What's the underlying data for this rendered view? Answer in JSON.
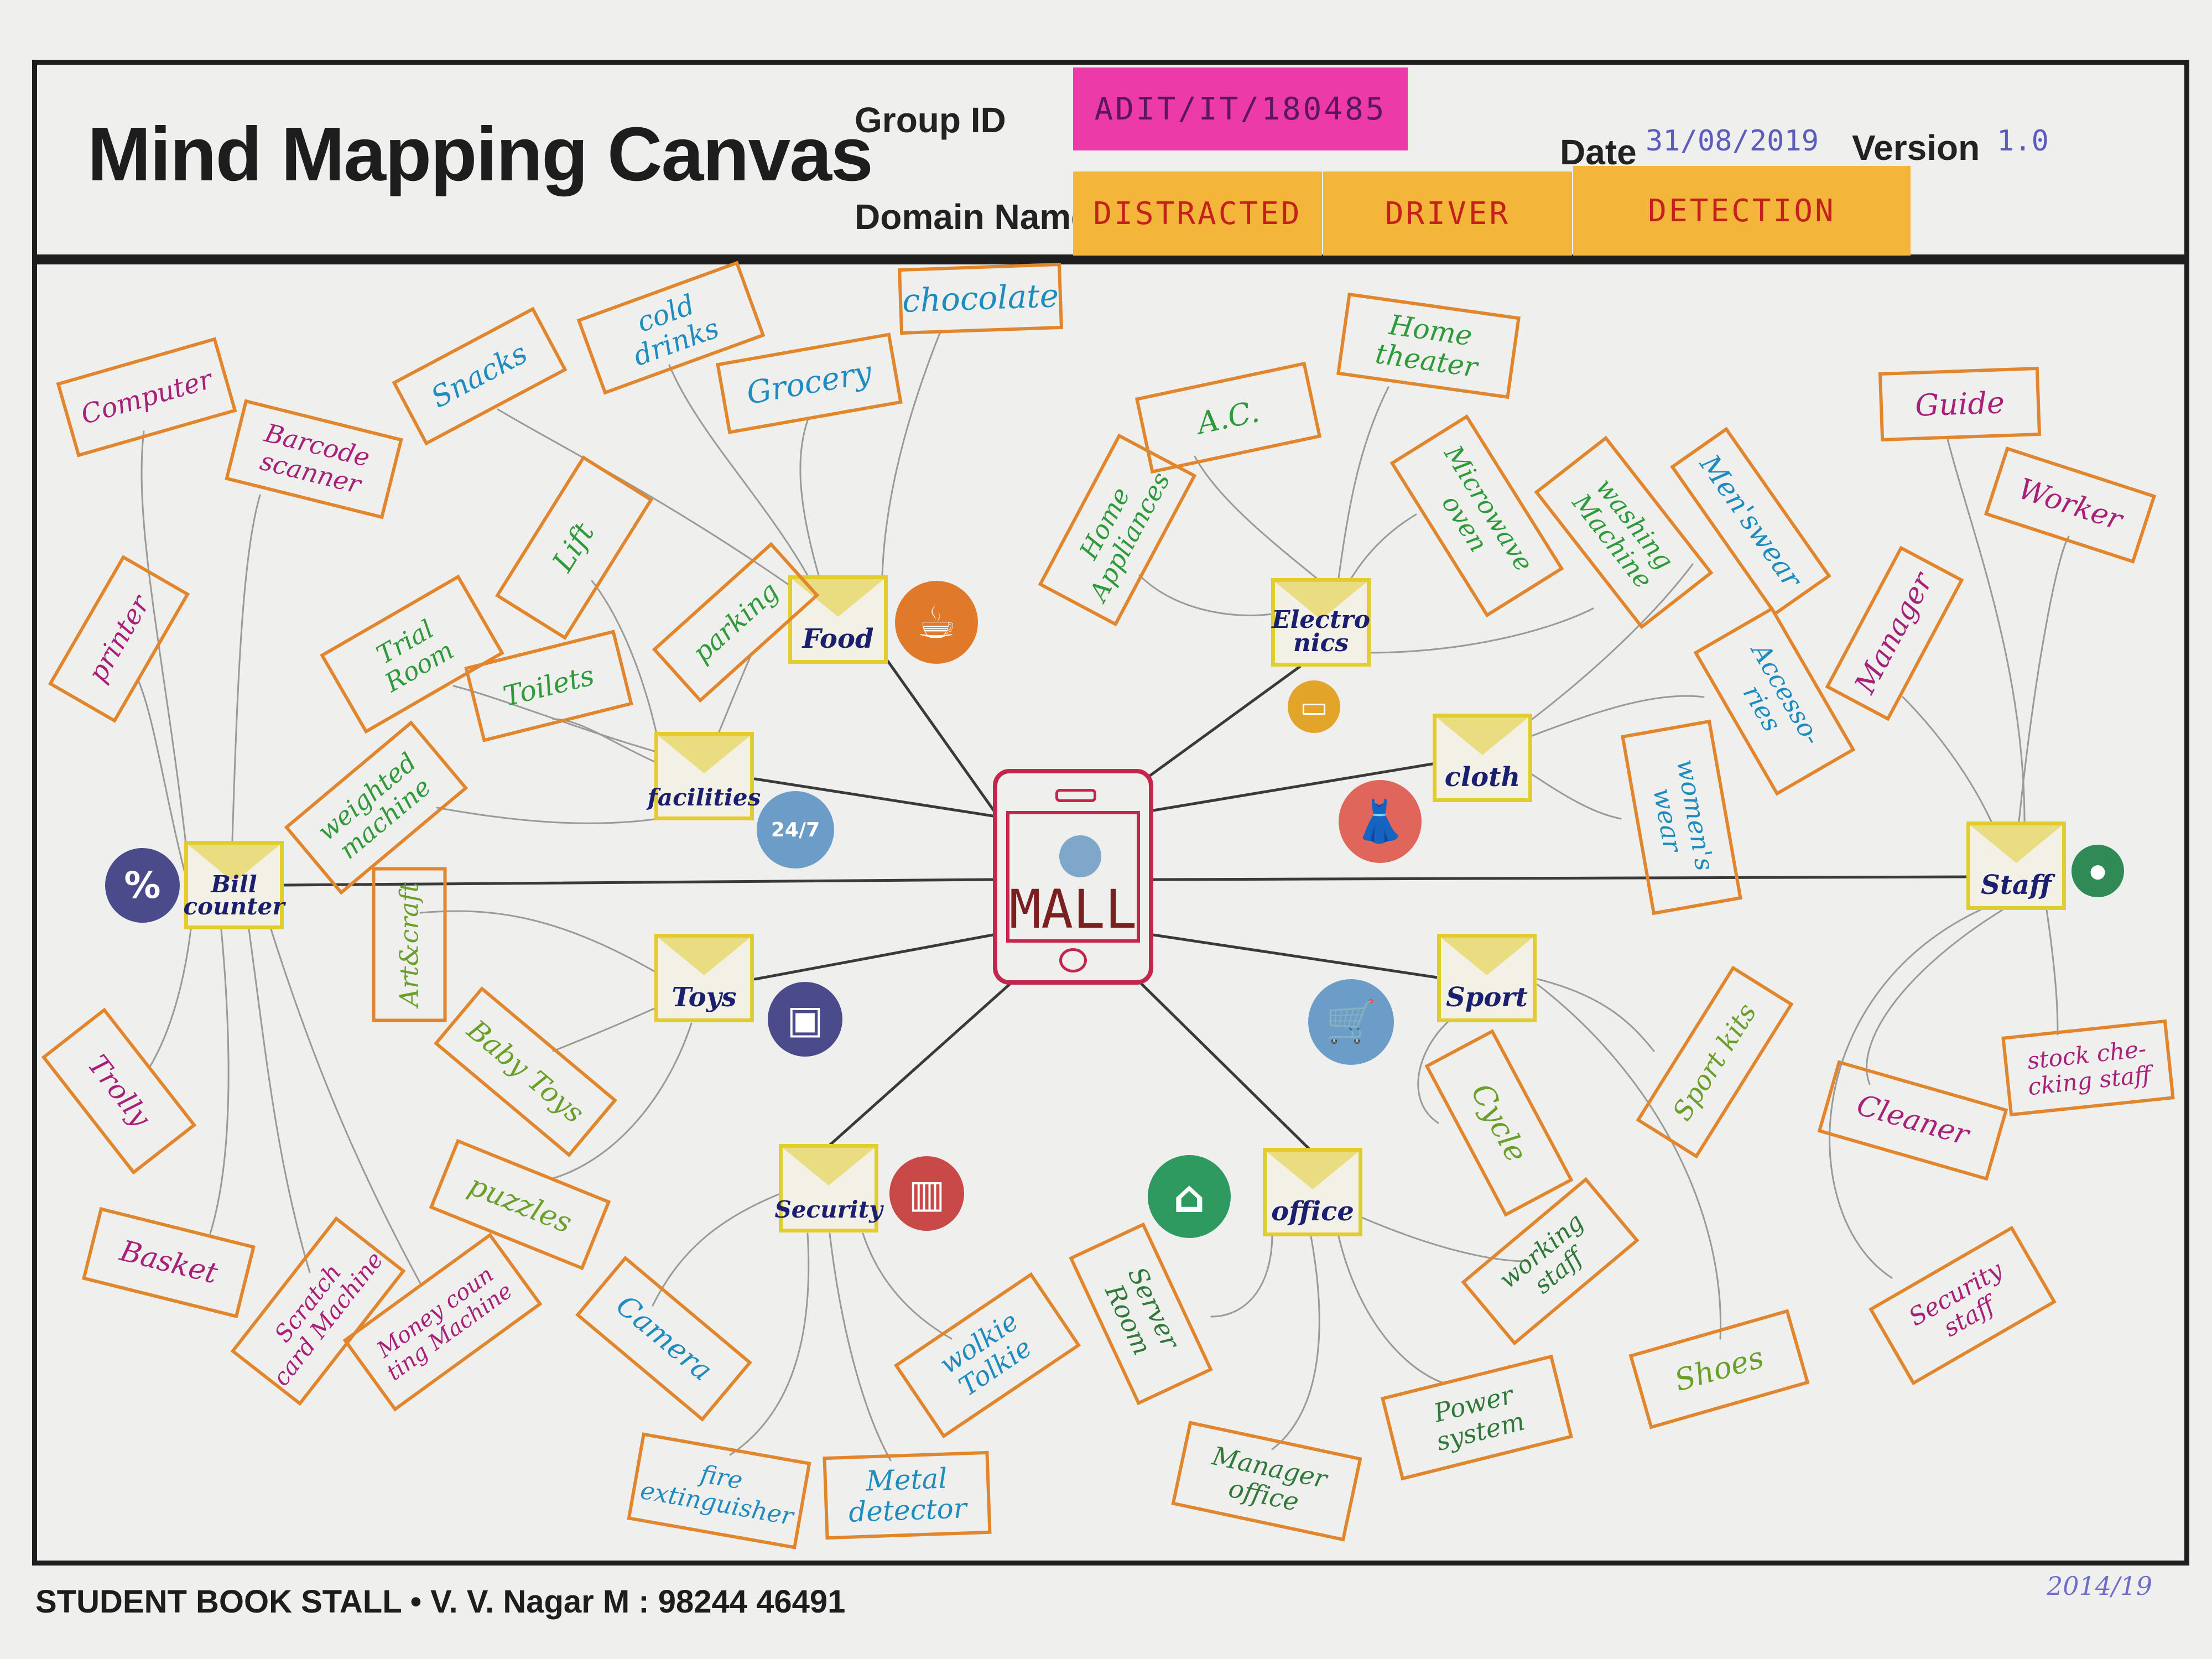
{
  "header": {
    "title": "Mind Mapping Canvas",
    "group_id_label": "Group ID",
    "group_id": "ADIT/IT/180485",
    "domain_label": "Domain Name",
    "domain_words": [
      "DISTRACTED",
      "DRIVER",
      "DETECTION"
    ],
    "date_label": "Date",
    "date": "31/08/2019",
    "version_label": "Version",
    "version": "1.0"
  },
  "center": {
    "label": "MALL"
  },
  "hubs": [
    {
      "key": "food",
      "label": "Food"
    },
    {
      "key": "electronics",
      "label": "Electro\nnics"
    },
    {
      "key": "facilities",
      "label": "facilities"
    },
    {
      "key": "cloth",
      "label": "cloth"
    },
    {
      "key": "bill",
      "label": "Bill\ncounter"
    },
    {
      "key": "staff",
      "label": "Staff"
    },
    {
      "key": "toys",
      "label": "Toys"
    },
    {
      "key": "sport",
      "label": "Sport"
    },
    {
      "key": "security",
      "label": "Security"
    },
    {
      "key": "office",
      "label": "office"
    }
  ],
  "leaves": [
    {
      "hub": "food",
      "label": "chocolate"
    },
    {
      "hub": "food",
      "label": "Grocery"
    },
    {
      "hub": "food",
      "label": "cold\ndrinks"
    },
    {
      "hub": "food",
      "label": "Snacks"
    },
    {
      "hub": "electronics",
      "label": "Home\ntheater"
    },
    {
      "hub": "electronics",
      "label": "A.C."
    },
    {
      "hub": "electronics",
      "label": "Home\nAppliances"
    },
    {
      "hub": "electronics",
      "label": "Microwave\noven"
    },
    {
      "hub": "electronics",
      "label": "washing\nMachine"
    },
    {
      "hub": "cloth",
      "label": "Men'swear"
    },
    {
      "hub": "cloth",
      "label": "Accesso-\nries"
    },
    {
      "hub": "cloth",
      "label": "women's\nwear"
    },
    {
      "hub": "facilities",
      "label": "Lift"
    },
    {
      "hub": "facilities",
      "label": "Trial\nRoom"
    },
    {
      "hub": "facilities",
      "label": "Toilets"
    },
    {
      "hub": "facilities",
      "label": "parking"
    },
    {
      "hub": "facilities",
      "label": "weighted\nmachine"
    },
    {
      "hub": "bill",
      "label": "Computer"
    },
    {
      "hub": "bill",
      "label": "Barcode\nscanner"
    },
    {
      "hub": "bill",
      "label": "printer"
    },
    {
      "hub": "bill",
      "label": "Trolly"
    },
    {
      "hub": "bill",
      "label": "Basket"
    },
    {
      "hub": "bill",
      "label": "Scratch\ncard Machine"
    },
    {
      "hub": "bill",
      "label": "Money coun\nting Machine"
    },
    {
      "hub": "toys",
      "label": "Art&craft"
    },
    {
      "hub": "toys",
      "label": "Baby Toys"
    },
    {
      "hub": "toys",
      "label": "puzzles"
    },
    {
      "hub": "staff",
      "label": "Guide"
    },
    {
      "hub": "staff",
      "label": "Worker"
    },
    {
      "hub": "staff",
      "label": "Manager"
    },
    {
      "hub": "staff",
      "label": "stock che-\ncking staff"
    },
    {
      "hub": "staff",
      "label": "Cleaner"
    },
    {
      "hub": "staff",
      "label": "Security\nstaff"
    },
    {
      "hub": "sport",
      "label": "Sport kits"
    },
    {
      "hub": "sport",
      "label": "Cycle"
    },
    {
      "hub": "sport",
      "label": "Shoes"
    },
    {
      "hub": "security",
      "label": "Camera"
    },
    {
      "hub": "security",
      "label": "fire\nextinguisher"
    },
    {
      "hub": "security",
      "label": "Metal\ndetector"
    },
    {
      "hub": "security",
      "label": "wolkie\nTolkie"
    },
    {
      "hub": "office",
      "label": "Server\nRoom"
    },
    {
      "hub": "office",
      "label": "Manager\noffice"
    },
    {
      "hub": "office",
      "label": "Power\nsystem"
    },
    {
      "hub": "office",
      "label": "working\nstaff"
    }
  ],
  "icons": [
    {
      "name": "coffee-cup-icon",
      "glyph": "☕",
      "color": "#e07a2a"
    },
    {
      "name": "monitor-icon",
      "glyph": "▭",
      "color": "#e2a52a"
    },
    {
      "name": "247-chat-icon",
      "glyph": "24/7",
      "color": "#6c9cc8"
    },
    {
      "name": "dress-icon",
      "glyph": "👗",
      "color": "#e0655a"
    },
    {
      "name": "percent-icon",
      "glyph": "%",
      "color": "#4b4a8a"
    },
    {
      "name": "person-icon",
      "glyph": "●",
      "color": "#2f8a55"
    },
    {
      "name": "box-icon",
      "glyph": "▣",
      "color": "#4b4a8a"
    },
    {
      "name": "shopping-cart-icon",
      "glyph": "🛒",
      "color": "#6c9cc8"
    },
    {
      "name": "barcode-icon",
      "glyph": "▥",
      "color": "#c94848"
    },
    {
      "name": "shop-icon",
      "glyph": "⌂",
      "color": "#2f9a60"
    }
  ],
  "colors": {
    "bubble_border": "#e2862e",
    "hub_border": "#e2cc2e",
    "center_border": "#c4254a",
    "group_id_note": "#ec3aa8",
    "domain_note": "#f3b53a"
  },
  "footer": {
    "text": "STUDENT BOOK STALL • V. V. Nagar M : 98244 46491"
  },
  "signature": "2014/19"
}
